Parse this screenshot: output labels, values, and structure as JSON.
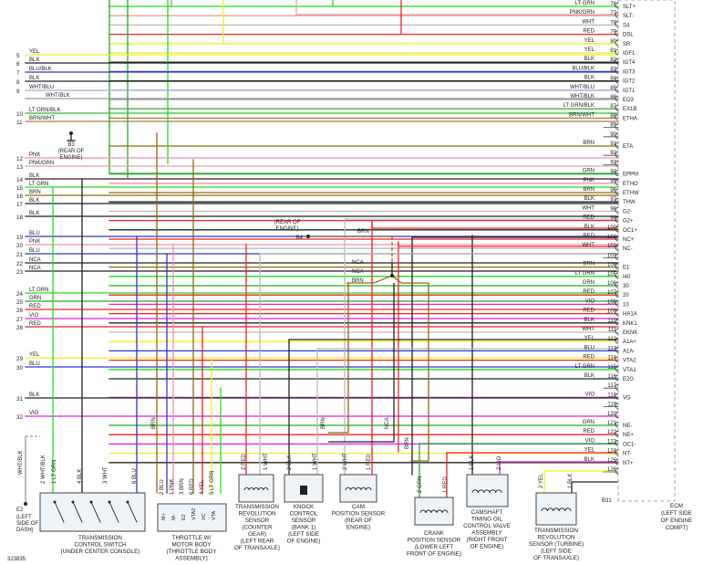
{
  "diagram_id": "323835",
  "ecm": {
    "label_lines": [
      "ECM",
      "(LEFT SIDE",
      "OF ENGINE",
      "COMPT)"
    ],
    "connector_left": "B31",
    "pins": [
      {
        "num": "76",
        "name": "SLT+",
        "wire": "LT GRN",
        "color": "#22dd22",
        "routed": true
      },
      {
        "num": "77",
        "name": "SLT-",
        "wire": "PNK/GRN",
        "color": "#e8a0a0",
        "routed": true
      },
      {
        "num": "78",
        "name": "S4",
        "wire": "WHT",
        "color": "#bbbbbb",
        "routed": true
      },
      {
        "num": "79",
        "name": "DSL",
        "wire": "RED",
        "color": "#ee2222",
        "routed": true
      },
      {
        "num": "80",
        "name": "SR",
        "wire": "YEL",
        "color": "#eeee22",
        "routed": true
      },
      {
        "num": "81",
        "name": "IGF1",
        "wire": "YEL",
        "color": "#eeee22",
        "routed": true
      },
      {
        "num": "82",
        "name": "IGT4",
        "wire": "BLK",
        "color": "#222222",
        "routed": true
      },
      {
        "num": "83",
        "name": "IGT3",
        "wire": "BLU/BLK",
        "color": "#3333cc",
        "routed": true
      },
      {
        "num": "84",
        "name": "IGT2",
        "wire": "BLK",
        "color": "#222222",
        "routed": true
      },
      {
        "num": "85",
        "name": "IGT1",
        "wire": "WHT/BLU",
        "color": "#aaaadd",
        "routed": true
      },
      {
        "num": "86",
        "name": "EO3",
        "wire": "WHT/BLK",
        "color": "#999999",
        "routed": true
      },
      {
        "num": "87",
        "name": "EX1B",
        "wire": "LT GRN/BLK",
        "color": "#33bb33",
        "routed": true
      },
      {
        "num": "88",
        "name": "ETHA",
        "wire": "BRN/WHT",
        "color": "#a08040",
        "routed": true
      },
      {
        "num": "89",
        "name": "",
        "wire": "",
        "color": "#000000",
        "routed": false
      },
      {
        "num": "90",
        "name": "",
        "wire": "",
        "color": "#000000",
        "routed": false
      },
      {
        "num": "91",
        "name": "ETA",
        "wire": "BRN",
        "color": "#8b6914",
        "routed": true
      },
      {
        "num": "92",
        "name": "",
        "wire": "",
        "color": "#000000",
        "routed": false
      },
      {
        "num": "93",
        "name": "",
        "wire": "",
        "color": "#000000",
        "routed": false
      },
      {
        "num": "94",
        "name": "EPPM",
        "wire": "GRN",
        "color": "#22aa22",
        "routed": true
      },
      {
        "num": "95",
        "name": "ETHO",
        "wire": "PNK",
        "color": "#f090b0",
        "routed": true
      },
      {
        "num": "96",
        "name": "ETHW",
        "wire": "BRN",
        "color": "#8b6914",
        "routed": true
      },
      {
        "num": "97",
        "name": "THW",
        "wire": "BLK",
        "color": "#222222",
        "routed": true
      },
      {
        "num": "98",
        "name": "G2-",
        "wire": "WHT",
        "color": "#bbbbbb",
        "routed": true
      },
      {
        "num": "99",
        "name": "G2+",
        "wire": "RED",
        "color": "#ee2222",
        "routed": true
      },
      {
        "num": "100",
        "name": "OC1+",
        "wire": "BLK",
        "color": "#222222",
        "routed": true
      },
      {
        "num": "101",
        "name": "NC+",
        "wire": "RED",
        "color": "#ee2222",
        "routed": true
      },
      {
        "num": "102",
        "name": "NC-",
        "wire": "WHT",
        "color": "#bbbbbb",
        "routed": true
      },
      {
        "num": "103",
        "name": "",
        "wire": "",
        "color": "#000000",
        "routed": false
      },
      {
        "num": "104",
        "name": "E1",
        "wire": "BRN",
        "color": "#8b6914",
        "routed": true
      },
      {
        "num": "105",
        "name": "I40",
        "wire": "LT GRN",
        "color": "#22dd22",
        "routed": true
      },
      {
        "num": "106",
        "name": "30",
        "wire": "GRN",
        "color": "#22aa22",
        "routed": true
      },
      {
        "num": "107",
        "name": "20",
        "wire": "RED",
        "color": "#ee2222",
        "routed": true
      },
      {
        "num": "108",
        "name": "10",
        "wire": "VIO",
        "color": "#dd22dd",
        "routed": true
      },
      {
        "num": "109",
        "name": "HA1A",
        "wire": "RED",
        "color": "#ee2222",
        "routed": true
      },
      {
        "num": "110",
        "name": "KNK1",
        "wire": "BLK",
        "color": "#222222",
        "routed": true
      },
      {
        "num": "111",
        "name": "EKNK",
        "wire": "WHT",
        "color": "#bbbbbb",
        "routed": true
      },
      {
        "num": "112",
        "name": "A1A+",
        "wire": "YEL",
        "color": "#eeee22",
        "routed": true
      },
      {
        "num": "113",
        "name": "A1A-",
        "wire": "BLU",
        "color": "#3333cc",
        "routed": true
      },
      {
        "num": "114",
        "name": "VTA2",
        "wire": "RED",
        "color": "#ee2222",
        "routed": true
      },
      {
        "num": "115",
        "name": "VTA1",
        "wire": "LT GRN",
        "color": "#22dd22",
        "routed": true
      },
      {
        "num": "116",
        "name": "E2G",
        "wire": "BLK",
        "color": "#222222",
        "routed": true
      },
      {
        "num": "117",
        "name": "",
        "wire": "",
        "color": "#000000",
        "routed": false
      },
      {
        "num": "118",
        "name": "VG",
        "wire": "VIO",
        "color": "#dd22dd",
        "routed": true
      },
      {
        "num": "119",
        "name": "",
        "wire": "",
        "color": "#000000",
        "routed": false
      },
      {
        "num": "120",
        "name": "",
        "wire": "",
        "color": "#000000",
        "routed": false
      },
      {
        "num": "121",
        "name": "NE-",
        "wire": "GRN",
        "color": "#22aa22",
        "routed": true
      },
      {
        "num": "122",
        "name": "NE+",
        "wire": "RED",
        "color": "#ee2222",
        "routed": true
      },
      {
        "num": "123",
        "name": "OC1-",
        "wire": "VIO",
        "color": "#dd22dd",
        "routed": true
      },
      {
        "num": "124",
        "name": "NT-",
        "wire": "YEL",
        "color": "#eeee22",
        "routed": true
      },
      {
        "num": "125",
        "name": "NT+",
        "wire": "BLK",
        "color": "#222222",
        "routed": true
      },
      {
        "num": "126",
        "name": "",
        "wire": "",
        "color": "#000000",
        "routed": false
      }
    ]
  },
  "left_lines": [
    {
      "num": "5",
      "wire": "YEL",
      "color": "#eeee22"
    },
    {
      "num": "6",
      "wire": "BLK",
      "color": "#222222"
    },
    {
      "num": "7",
      "wire": "BLU/BLK",
      "color": "#3333cc"
    },
    {
      "num": "8",
      "wire": "BLK",
      "color": "#222222"
    },
    {
      "num": "9",
      "wire": "WHT/BLU",
      "color": "#aaaadd"
    },
    {
      "num": "",
      "wire": "WHT/BLK",
      "color": "#999999"
    },
    {
      "num": "10",
      "wire": "LT GRN/BLK",
      "color": "#33bb33"
    },
    {
      "num": "11",
      "wire": "BRN/WHT",
      "color": "#a08040"
    },
    {
      "num": "12",
      "wire": "PNK",
      "color": "#f090b0"
    },
    {
      "num": "13",
      "wire": "PNK/GRN",
      "color": "#e8a0a0"
    },
    {
      "num": "14",
      "wire": "BLK",
      "color": "#222222"
    },
    {
      "num": "15",
      "wire": "LT GRN",
      "color": "#22dd22"
    },
    {
      "num": "16",
      "wire": "BRN",
      "color": "#8b6914"
    },
    {
      "num": "17",
      "wire": "BLK",
      "color": "#222222"
    },
    {
      "num": "18",
      "wire": "BLK",
      "color": "#222222"
    },
    {
      "num": "19",
      "wire": "BLU",
      "color": "#3333cc"
    },
    {
      "num": "20",
      "wire": "PNK",
      "color": "#f090b0"
    },
    {
      "num": "21",
      "wire": "BLU",
      "color": "#3333cc"
    },
    {
      "num": "22",
      "wire": "NCA",
      "color": "#222222"
    },
    {
      "num": "23",
      "wire": "NCA",
      "color": "#222222"
    },
    {
      "num": "24",
      "wire": "LT GRN",
      "color": "#22dd22"
    },
    {
      "num": "25",
      "wire": "GRN",
      "color": "#22aa22"
    },
    {
      "num": "26",
      "wire": "RED",
      "color": "#ee2222"
    },
    {
      "num": "27",
      "wire": "VIO",
      "color": "#dd22dd"
    },
    {
      "num": "28",
      "wire": "RED",
      "color": "#ee2222"
    },
    {
      "num": "29",
      "wire": "YEL",
      "color": "#eeee22"
    },
    {
      "num": "30",
      "wire": "BLU",
      "color": "#3333cc"
    },
    {
      "num": "31",
      "wire": "BLK",
      "color": "#222222"
    },
    {
      "num": "32",
      "wire": "VIO",
      "color": "#dd22dd"
    }
  ],
  "ground_b3": [
    "B3",
    "(REAR OF",
    "ENGINE)"
  ],
  "ground_b4": {
    "id": "B4",
    "label": [
      "(REAR OF",
      "ENGINE)"
    ],
    "wire": "BRN"
  },
  "splice_labels": [
    "NCA",
    "NCA",
    "BRN"
  ],
  "vertical_brn_labels": [
    "BRN",
    "BRN",
    "BRN"
  ],
  "vertical_nca_label": "NCA",
  "components": [
    {
      "id": "tcs",
      "title": [
        "TRANSMISSION",
        "CONTROL SWITCH",
        "(UNDER CENTER CONSOLE)"
      ],
      "pins": [
        "2 WHT/BLK",
        "1 LT GRN",
        "4 BLK",
        "3 WHT",
        "6 BLU"
      ]
    },
    {
      "id": "throttle",
      "title": [
        "THROTTLE W/",
        "MOTOR BODY",
        "(THROTTLE BODY",
        "ASSEMBLY)"
      ],
      "pins": [
        "2 BLU",
        "1 PNK",
        "3 BRN",
        "6 RED",
        "4 YEL",
        "5 LT GRN"
      ],
      "terminals": [
        "M+",
        "M-",
        "E2",
        "VTA2",
        "VC",
        "VTA"
      ]
    },
    {
      "id": "trs_counter",
      "title": [
        "TRANSMISSION",
        "REVOLUTION",
        "SENSOR",
        "(COUNTER",
        "GEAR)",
        "(LEFT REAR",
        "OF TRANSAXLE)"
      ],
      "pins": [
        "2 RED",
        "1 WHT"
      ]
    },
    {
      "id": "knock",
      "title": [
        "KNOCK",
        "CONTROL",
        "SENSOR",
        "(BANK 1)",
        "(LEFT SIDE",
        "OF ENGINE)"
      ],
      "pins": [
        "2 BLK",
        "1 WHT"
      ]
    },
    {
      "id": "cam",
      "title": [
        "CAM",
        "POSITION SENSOR",
        "(REAR OF",
        "ENGINE)"
      ],
      "pins": [
        "2 WHT",
        "1 RED"
      ]
    },
    {
      "id": "crank",
      "title": [
        "CRANK",
        "POSITION SENSOR",
        "(LOWER LEFT",
        "FRONT OF ENGINE)"
      ],
      "pins": [
        "2 GRN",
        "1 RED"
      ]
    },
    {
      "id": "camshaft",
      "title": [
        "CAMSHAFT",
        "TIMING OIL",
        "CONTROL VALVE",
        "ASSEMBLY",
        "(RIGHT FRONT",
        "OF ENGINE)"
      ],
      "pins": [
        "1 BLK",
        "2 VIO"
      ]
    },
    {
      "id": "trs_turbine",
      "title": [
        "TRANSMISSION",
        "REVOLUTION",
        "SENSOR (TURBINE)",
        "(LEFT SIDE",
        "OF TRANSAXLE)"
      ],
      "pins": [
        "2 YEL",
        "1 BLK"
      ]
    }
  ],
  "ground_e2": [
    "E2",
    "(LEFT",
    "SIDE OF",
    "DASH)"
  ]
}
